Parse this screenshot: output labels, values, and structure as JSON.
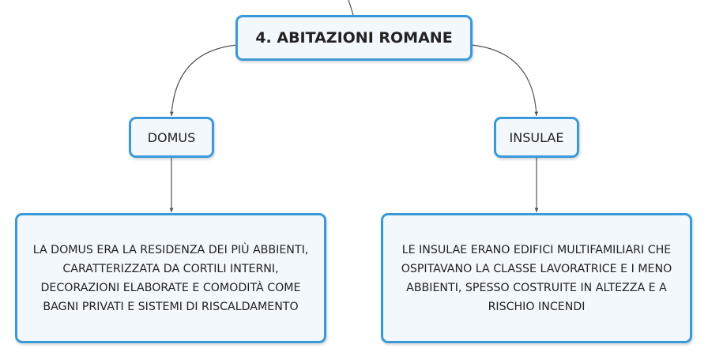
{
  "diagram": {
    "root": {
      "label": "4. ABITAZIONI ROMANE"
    },
    "branches": [
      {
        "label": "DOMUS",
        "description": "LA DOMUS ERA LA RESIDENZA DEI PIÙ ABBIENTI, CARATTERIZZATA DA CORTILI INTERNI, DECORAZIONI ELABORATE E COMODITÀ COME BAGNI PRIVATI E SISTEMI DI RISCALDAMENTO"
      },
      {
        "label": "INSULAE",
        "description": "LE INSULAE ERANO EDIFICI MULTIFAMILIARI CHE OSPITAVANO LA CLASSE LAVORATRICE E I MENO ABBIENTI, SPESSO COSTRUITE IN ALTEZZA E A RISCHIO INCENDI"
      }
    ],
    "colors": {
      "node_border": "#3a9ad9",
      "node_fill": "#f2f8fc",
      "connector": "#555555",
      "text": "#222222"
    }
  }
}
